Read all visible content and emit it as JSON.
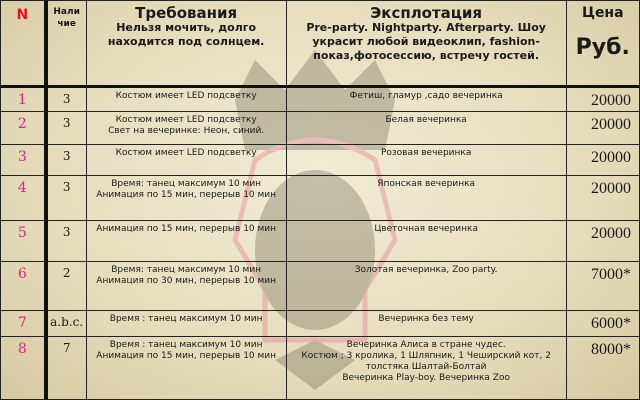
{
  "header": {
    "n": "N",
    "availability": "Нали\nчие",
    "requirements_title": "Требования",
    "requirements_subtitle": "Нельзя мочить, долго находится под солнцем.",
    "usage_title": "Эксплотация",
    "usage_subtitle": "Pre-party. Nightparty. Afterparty. Шоу украсит любой видеоклип, fashion-показ,фотосессию, встречу гостей.",
    "price_title": "Цена",
    "price_currency": "Руб."
  },
  "rows": [
    {
      "n": "1",
      "avail": "3",
      "req": "Костюм имеет LED подсветку",
      "use": "Фетиш, гламур ,садо вечеринка",
      "price": "20000"
    },
    {
      "n": "2",
      "avail": "3",
      "req": "Костюм имеет LED подсветку\nСвет на вечеринке: Неон, синий.",
      "use": "Белая вечеринка",
      "price": "20000"
    },
    {
      "n": "3",
      "avail": "3",
      "req": "Костюм имеет LED подсветку",
      "use": "Розовая вечеринка",
      "price": "20000"
    },
    {
      "n": "4",
      "avail": "3",
      "req": "Время: танец максимум 10 мин\nАнимация по 15 мин, перерыв 10 мин",
      "use": "Японская вечеринка",
      "price": "20000"
    },
    {
      "n": "5",
      "avail": "3",
      "req": "Анимация по 15 мин, перерыв 10 мин",
      "use": "Цветочная вечеринка",
      "price": "20000"
    },
    {
      "n": "6",
      "avail": "2",
      "req": "Время: танец максимум 10 мин\nАнимация по 30 мин, перерыв 10 мин",
      "use": "Золотая вечеринка, Zoo party.",
      "price": "7000*"
    },
    {
      "n": "7",
      "avail": "a.b.c.",
      "req": "Время : танец максимум 10 мин",
      "use": "Вечеринка без тему",
      "price": "6000*"
    },
    {
      "n": "8",
      "avail": "7",
      "req": "Время : танец максимум 10 мин\nАнимация по 15 мин, перерыв 10 мин",
      "use": "Вечеринка Алиса в стране чудес.\nКостюм ; 3 кролика, 1 Шляпник, 1 Чеширский кот, 2 толстяка Шалтай-Болтай\nВечеринка Play-boy. Вечеринка Zoo",
      "price": "8000*"
    }
  ]
}
